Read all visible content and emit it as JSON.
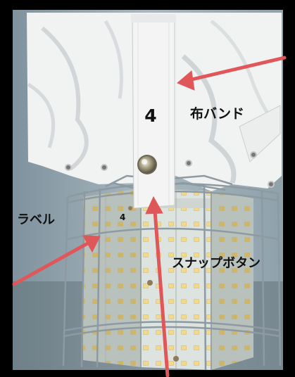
{
  "annotations": {
    "band_label": "布バンド",
    "label_label": "ラベル",
    "snap_label": "スナップボタン"
  },
  "markings": {
    "strap_number": "4",
    "panel_number": "4"
  },
  "colors": {
    "arrow": "#e0575a",
    "background_wall": "#9fb0ba",
    "cloth": "#f1f2f2",
    "led_panel": "#dde3df",
    "led_chip": "#e9c873",
    "cage_wire": "#8d9aa2"
  }
}
